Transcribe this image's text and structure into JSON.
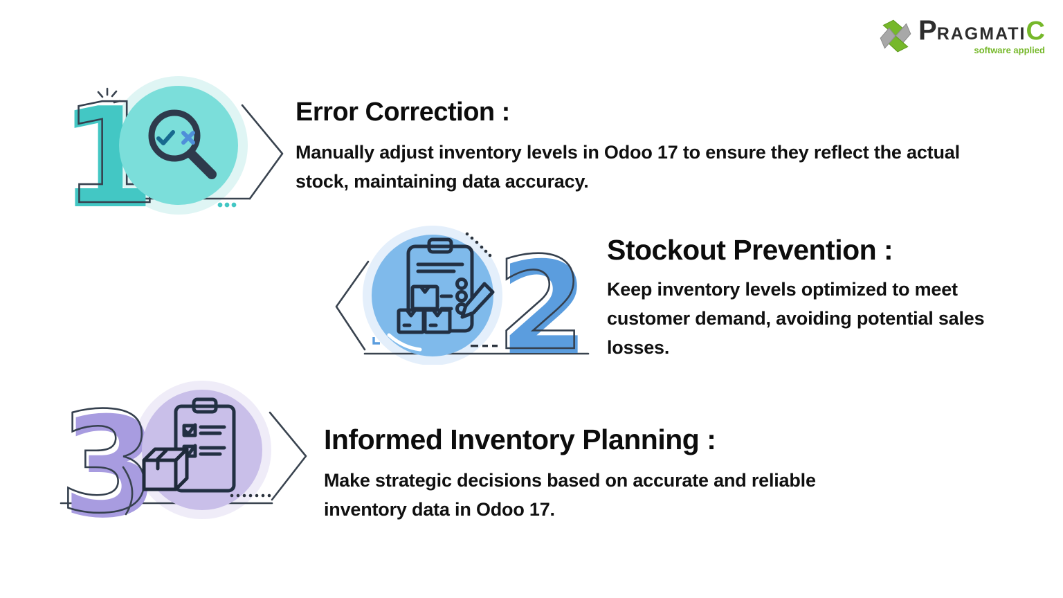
{
  "logo": {
    "brand_p": "P",
    "brand_mid": "RAGMATI",
    "brand_c": "C",
    "tagline": "software applied",
    "green": "#76b82a",
    "gray": "#9e9e9e",
    "dark": "#2d2d2d"
  },
  "steps": [
    {
      "number": "1",
      "title": "Error Correction :",
      "description": "Manually adjust inventory levels in Odoo 17 to ensure they reflect the actual stock, maintaining data accuracy.",
      "icon": "magnifier-check-x-icon",
      "accent": "#43c7c4",
      "circle": "#7bdeda",
      "halo": "#dff5f4"
    },
    {
      "number": "2",
      "title": "Stockout Prevention :",
      "description": "Keep inventory levels optimized to meet customer demand, avoiding potential sales losses.",
      "icon": "clipboard-boxes-pencil-icon",
      "accent": "#5b9dde",
      "circle": "#7fbaeb",
      "halo": "#e4effb"
    },
    {
      "number": "3",
      "title": "Informed Inventory Planning :",
      "description": "Make strategic decisions based on accurate and reliable inventory data in Odoo 17.",
      "icon": "box-checklist-icon",
      "accent": "#a89ce0",
      "circle": "#c9bfe9",
      "halo": "#efecf8"
    }
  ],
  "style": {
    "outline_color": "#35404e",
    "text_color": "#0e0e0e",
    "check_color": "#17698f",
    "cross_color": "#4f8fd9",
    "background": "#ffffff"
  }
}
